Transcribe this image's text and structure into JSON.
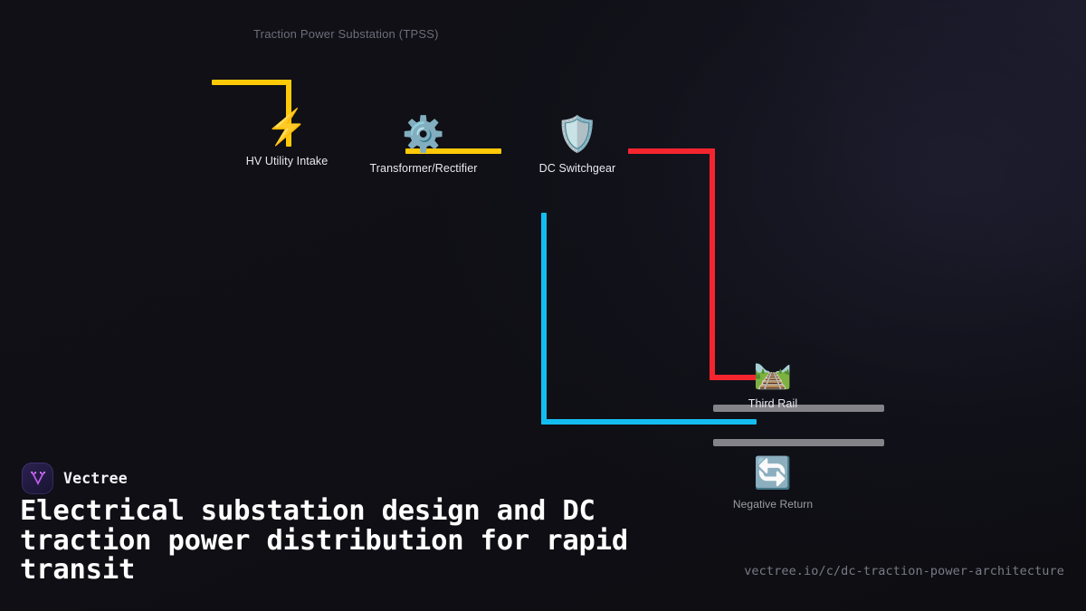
{
  "page": {
    "background_color": "#0e0e13",
    "group_title": "Traction Power Substation (TPSS)"
  },
  "diagram": {
    "nodes": [
      {
        "id": "hv-utility-intake",
        "label": "HV Utility Intake",
        "icon": "high-voltage-icon",
        "glyph": "⚡"
      },
      {
        "id": "transformer-rectifier",
        "label": "Transformer/Rectifier",
        "icon": "gear-icon",
        "glyph": "⚙️"
      },
      {
        "id": "dc-switchgear",
        "label": "DC Switchgear",
        "icon": "shield-icon",
        "glyph": "🛡️"
      },
      {
        "id": "third-rail",
        "label": "Third Rail",
        "icon": "railway-track-icon",
        "glyph": "🛤️"
      },
      {
        "id": "negative-return",
        "label": "Negative Return",
        "icon": "return-arrows-icon",
        "glyph": "🔄"
      }
    ],
    "edges": [
      {
        "id": "intake-feed",
        "color": "#ffc907",
        "name": "hv-feed-edge"
      },
      {
        "id": "rectifier-output",
        "color": "#ffc907",
        "name": "rectifier-output-edge"
      },
      {
        "id": "switchgear-to-third-rail",
        "color": "#f5252f",
        "name": "positive-dc-edge"
      },
      {
        "id": "return-path",
        "color": "#14bdf0",
        "name": "negative-return-edge"
      }
    ],
    "rails": {
      "color": "#838388",
      "count": 2
    }
  },
  "brand": {
    "name": "Vectree",
    "mark_icon": "vectree-logo-icon",
    "mark_color": "#c05cf0"
  },
  "headline": "Electrical substation design and DC traction power distribution for rapid transit",
  "url": "vectree.io/c/dc-traction-power-architecture"
}
